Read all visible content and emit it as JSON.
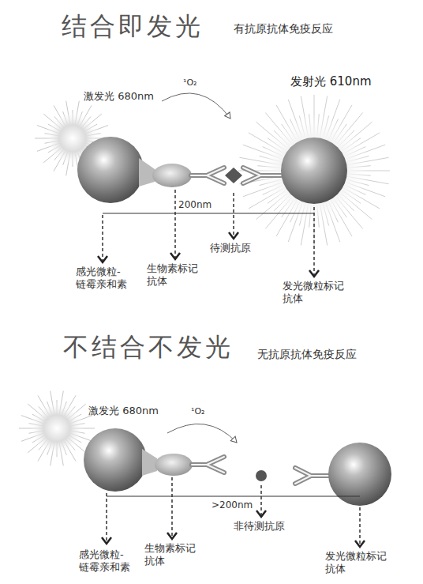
{
  "diagram": {
    "labels": [
      "结合即发光",
      "有抗原抗体免疫反应",
      "激发光 680nm",
      "¹O₂",
      "发射光 610nm",
      "200nm",
      "感光微粒-链霉亲和素",
      "生物素标记抗体",
      "待测抗原",
      "发光微粒标记抗体",
      "不结合不发光",
      "无抗原抗体免疫反应",
      "激发光 680nm",
      "¹O₂",
      ">200nm",
      "感光微粒-链霉亲和素",
      "生物素标记抗体",
      "非待测抗原",
      "发光微粒标记抗体"
    ]
  }
}
